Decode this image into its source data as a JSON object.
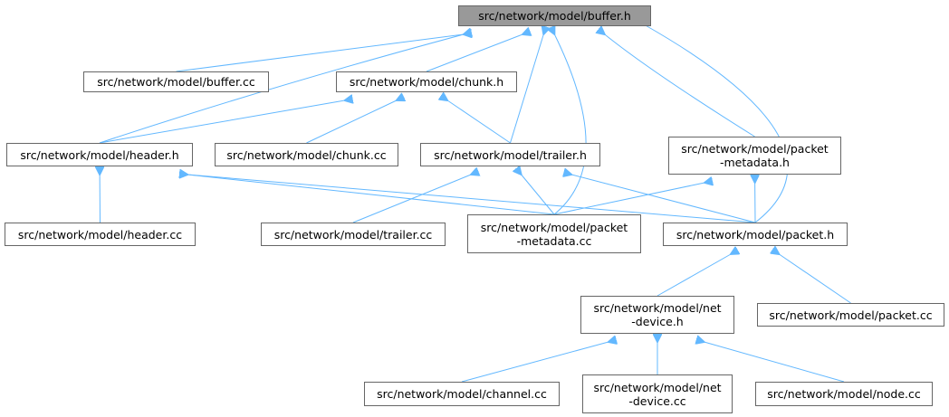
{
  "graph": {
    "colors": {
      "edge": "#63b8ff",
      "node_border": "#666666",
      "root_fill": "#999999",
      "node_fill": "#ffffff"
    },
    "nodes": {
      "buffer_h": [
        "src/network/model/buffer.h"
      ],
      "buffer_cc": [
        "src/network/model/buffer.cc"
      ],
      "chunk_h": [
        "src/network/model/chunk.h"
      ],
      "header_h": [
        "src/network/model/header.h"
      ],
      "chunk_cc": [
        "src/network/model/chunk.cc"
      ],
      "trailer_h": [
        "src/network/model/trailer.h"
      ],
      "pm_h": [
        "src/network/model/packet",
        "-metadata.h"
      ],
      "header_cc": [
        "src/network/model/header.cc"
      ],
      "trailer_cc": [
        "src/network/model/trailer.cc"
      ],
      "pm_cc": [
        "src/network/model/packet",
        "-metadata.cc"
      ],
      "packet_h": [
        "src/network/model/packet.h"
      ],
      "netdev_h": [
        "src/network/model/net",
        "-device.h"
      ],
      "packet_cc": [
        "src/network/model/packet.cc"
      ],
      "channel_cc": [
        "src/network/model/channel.cc"
      ],
      "netdev_cc": [
        "src/network/model/net",
        "-device.cc"
      ],
      "node_cc": [
        "src/network/model/node.cc"
      ]
    },
    "edges": [
      [
        "buffer_h",
        "buffer_cc"
      ],
      [
        "buffer_h",
        "chunk_h"
      ],
      [
        "buffer_h",
        "header_h"
      ],
      [
        "buffer_h",
        "trailer_h"
      ],
      [
        "buffer_h",
        "pm_cc"
      ],
      [
        "buffer_h",
        "pm_h"
      ],
      [
        "buffer_h",
        "packet_h"
      ],
      [
        "chunk_h",
        "header_h"
      ],
      [
        "chunk_h",
        "chunk_cc"
      ],
      [
        "chunk_h",
        "trailer_h"
      ],
      [
        "header_h",
        "header_cc"
      ],
      [
        "header_h",
        "pm_cc"
      ],
      [
        "header_h",
        "packet_h"
      ],
      [
        "trailer_h",
        "trailer_cc"
      ],
      [
        "trailer_h",
        "pm_cc"
      ],
      [
        "trailer_h",
        "packet_h"
      ],
      [
        "pm_h",
        "pm_cc"
      ],
      [
        "pm_h",
        "packet_h"
      ],
      [
        "packet_h",
        "netdev_h"
      ],
      [
        "packet_h",
        "packet_cc"
      ],
      [
        "netdev_h",
        "channel_cc"
      ],
      [
        "netdev_h",
        "netdev_cc"
      ],
      [
        "netdev_h",
        "node_cc"
      ]
    ]
  }
}
